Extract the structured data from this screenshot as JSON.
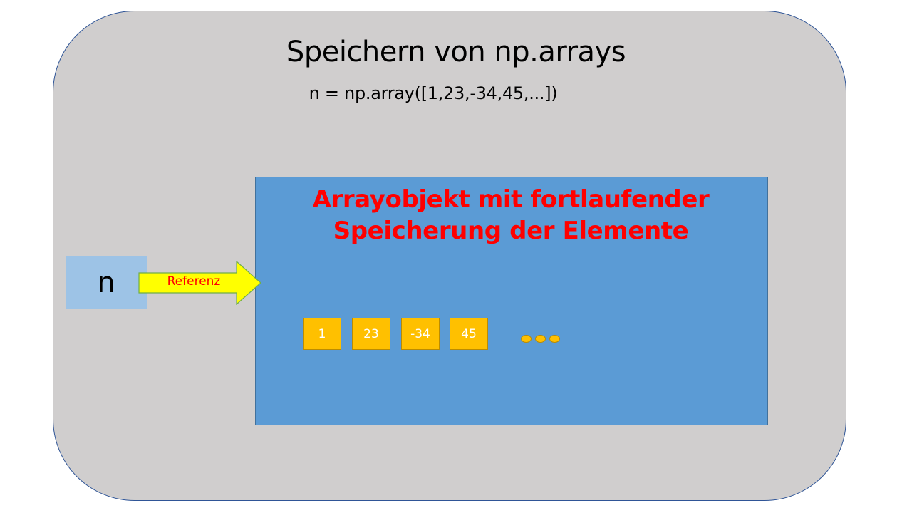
{
  "title": "Speichern von np.arrays",
  "code": "n = np.array([1,23,-34,45,...])",
  "array_object": {
    "heading_line1": "Arrayobjekt mit fortlaufender",
    "heading_line2": "Speicherung der Elemente",
    "elements": [
      "1",
      "23",
      "-34",
      "45"
    ]
  },
  "variable": {
    "name": "n"
  },
  "reference": {
    "label": "Referenz"
  },
  "colors": {
    "outer_background": "#d0cece",
    "array_box": "#5b9bd5",
    "variable_box": "#9dc3e6",
    "element_cell": "#ffc000",
    "arrow_fill": "#ffff00",
    "heading_text": "#ff0000"
  }
}
